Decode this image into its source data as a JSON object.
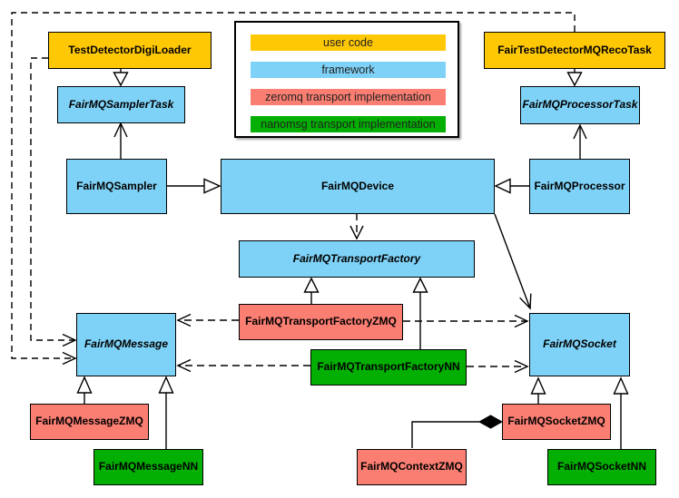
{
  "colors": {
    "user_code": "#FFC805",
    "framework": "#7FD2F7",
    "zeromq": "#FB7E72",
    "nanomsg": "#02AF02",
    "border": "#000000",
    "background": "#FFFFFF"
  },
  "legend": {
    "items": [
      {
        "label": "user code",
        "color_key": "user_code"
      },
      {
        "label": "framework",
        "color_key": "framework"
      },
      {
        "label": "zeromq transport implementation",
        "color_key": "zeromq"
      },
      {
        "label": "nanomsg transport implementation",
        "color_key": "nanomsg"
      }
    ]
  },
  "nodes": {
    "digi_loader": {
      "label": "TestDetectorDigiLoader",
      "category": "user code",
      "abstract": false
    },
    "reco_task": {
      "label": "FairTestDetectorMQRecoTask",
      "category": "user code",
      "abstract": false
    },
    "sampler_task": {
      "label": "FairMQSamplerTask",
      "category": "framework",
      "abstract": true
    },
    "processor_task": {
      "label": "FairMQProcessorTask",
      "category": "framework",
      "abstract": true
    },
    "sampler": {
      "label": "FairMQSampler",
      "category": "framework",
      "abstract": false
    },
    "device": {
      "label": "FairMQDevice",
      "category": "framework",
      "abstract": false
    },
    "processor": {
      "label": "FairMQProcessor",
      "category": "framework",
      "abstract": false
    },
    "transport_factory": {
      "label": "FairMQTransportFactory",
      "category": "framework",
      "abstract": true
    },
    "transport_factory_zmq": {
      "label": "FairMQTransportFactoryZMQ",
      "category": "zeromq",
      "abstract": false
    },
    "transport_factory_nn": {
      "label": "FairMQTransportFactoryNN",
      "category": "nanomsg",
      "abstract": false
    },
    "message": {
      "label": "FairMQMessage",
      "category": "framework",
      "abstract": true
    },
    "socket": {
      "label": "FairMQSocket",
      "category": "framework",
      "abstract": true
    },
    "message_zmq": {
      "label": "FairMQMessageZMQ",
      "category": "zeromq",
      "abstract": false
    },
    "message_nn": {
      "label": "FairMQMessageNN",
      "category": "nanomsg",
      "abstract": false
    },
    "context_zmq": {
      "label": "FairMQContextZMQ",
      "category": "zeromq",
      "abstract": false
    },
    "socket_zmq": {
      "label": "FairMQSocketZMQ",
      "category": "zeromq",
      "abstract": false
    },
    "socket_nn": {
      "label": "FairMQSocketNN",
      "category": "nanomsg",
      "abstract": false
    }
  },
  "edges": [
    {
      "from": "digi_loader",
      "to": "sampler_task",
      "type": "inheritance"
    },
    {
      "from": "reco_task",
      "to": "processor_task",
      "type": "inheritance"
    },
    {
      "from": "sampler",
      "to": "device",
      "type": "inheritance"
    },
    {
      "from": "processor",
      "to": "device",
      "type": "inheritance"
    },
    {
      "from": "transport_factory_zmq",
      "to": "transport_factory",
      "type": "inheritance"
    },
    {
      "from": "transport_factory_nn",
      "to": "transport_factory",
      "type": "inheritance"
    },
    {
      "from": "message_zmq",
      "to": "message",
      "type": "inheritance"
    },
    {
      "from": "message_nn",
      "to": "message",
      "type": "inheritance"
    },
    {
      "from": "socket_zmq",
      "to": "socket",
      "type": "inheritance"
    },
    {
      "from": "socket_nn",
      "to": "socket",
      "type": "inheritance"
    },
    {
      "from": "sampler",
      "to": "sampler_task",
      "type": "association"
    },
    {
      "from": "processor",
      "to": "processor_task",
      "type": "association"
    },
    {
      "from": "device",
      "to": "socket",
      "type": "association"
    },
    {
      "from": "device",
      "to": "transport_factory",
      "type": "dependency"
    },
    {
      "from": "transport_factory_zmq",
      "to": "message",
      "type": "dependency"
    },
    {
      "from": "transport_factory_zmq",
      "to": "socket",
      "type": "dependency"
    },
    {
      "from": "transport_factory_nn",
      "to": "message",
      "type": "dependency"
    },
    {
      "from": "transport_factory_nn",
      "to": "socket",
      "type": "dependency"
    },
    {
      "from": "digi_loader",
      "to": "message",
      "type": "dependency"
    },
    {
      "from": "reco_task",
      "to": "message",
      "type": "dependency"
    },
    {
      "from": "socket_zmq",
      "to": "context_zmq",
      "type": "composition"
    }
  ]
}
